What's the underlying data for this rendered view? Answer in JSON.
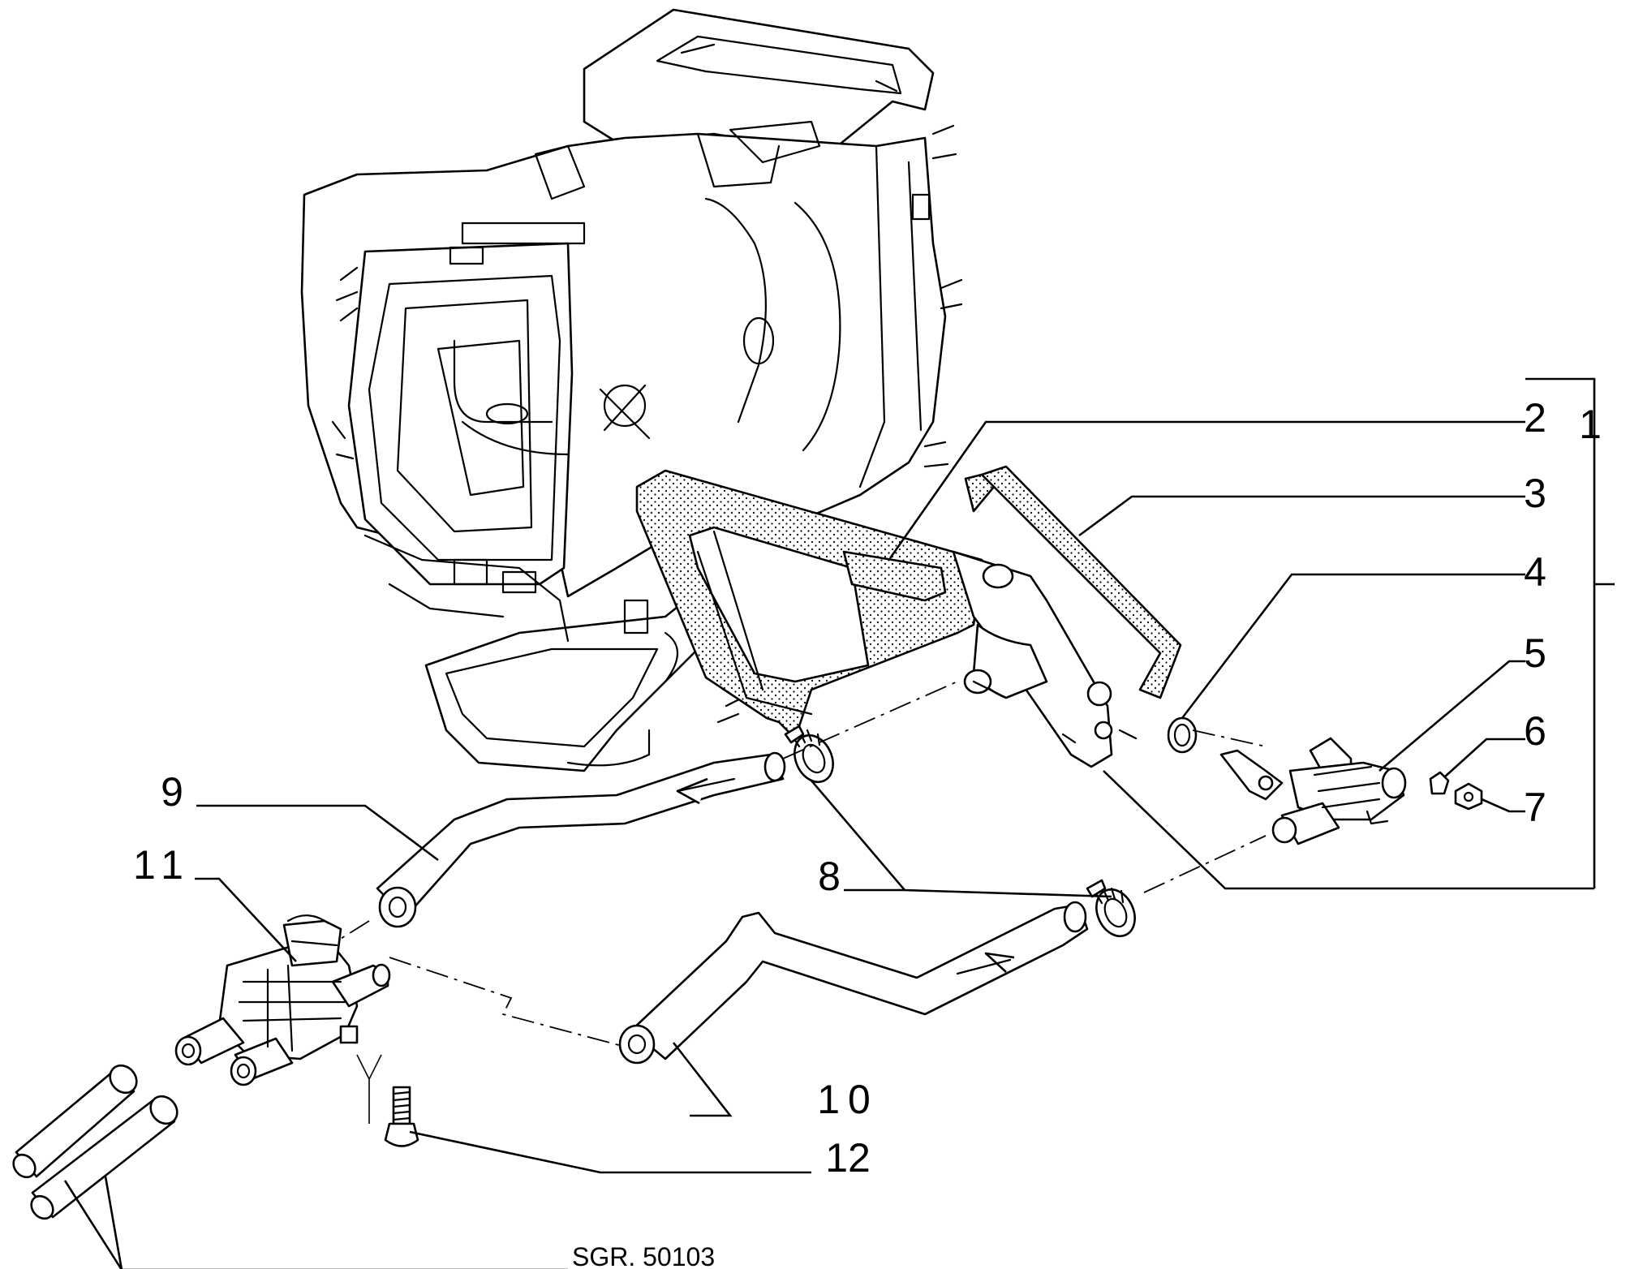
{
  "diagram": {
    "callouts": [
      "1",
      "2",
      "3",
      "4",
      "5",
      "6",
      "7",
      "8",
      "9",
      "10",
      "11",
      "12"
    ],
    "reference": "SGR. 50103"
  }
}
